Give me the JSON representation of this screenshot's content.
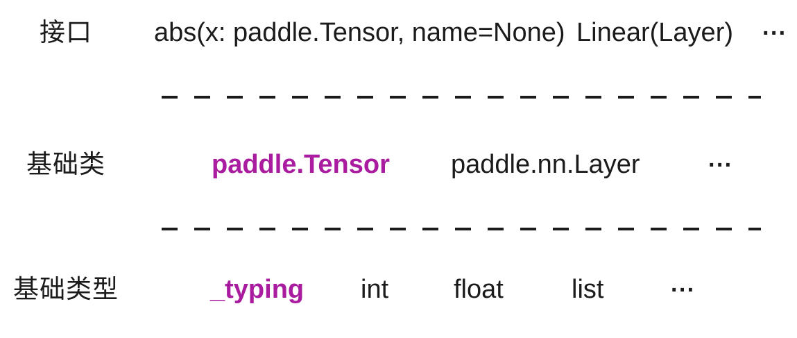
{
  "diagram": {
    "title_semantic": "paddle-type-hierarchy",
    "background": "#ffffff",
    "text_color": "#1b1b1b",
    "accent_color": "#a91c9f",
    "divider_style": "dashed",
    "rows": [
      {
        "label": "接口",
        "items": [
          {
            "text": "abs(x: paddle.Tensor, name=None)",
            "accent": false
          },
          {
            "text": "Linear(Layer)",
            "accent": false
          },
          {
            "text": "···",
            "accent": false
          }
        ]
      },
      {
        "label": "基础类",
        "items": [
          {
            "text": "paddle.Tensor",
            "accent": true
          },
          {
            "text": "paddle.nn.Layer",
            "accent": false
          },
          {
            "text": "···",
            "accent": false
          }
        ]
      },
      {
        "label": "基础类型",
        "items": [
          {
            "text": "_typing",
            "accent": true
          },
          {
            "text": "int",
            "accent": false
          },
          {
            "text": "float",
            "accent": false
          },
          {
            "text": "list",
            "accent": false
          },
          {
            "text": "···",
            "accent": false
          }
        ]
      }
    ]
  }
}
